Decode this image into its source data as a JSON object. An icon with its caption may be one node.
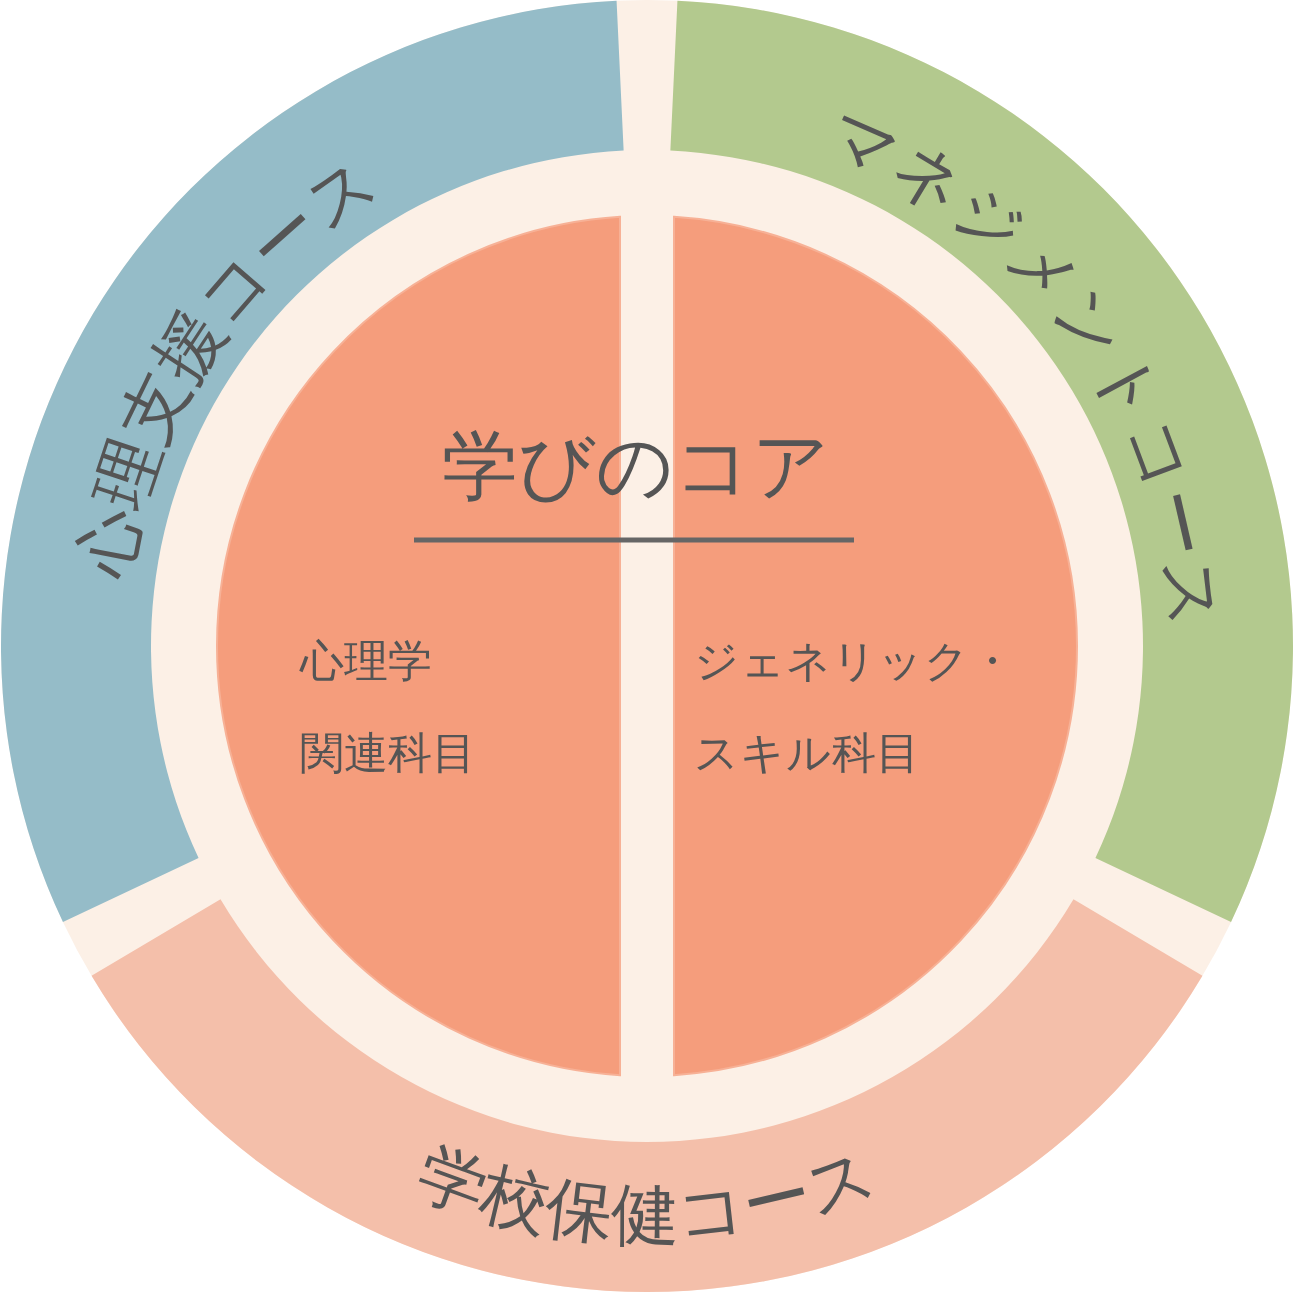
{
  "diagram": {
    "nodes": [
      {
        "text": [
          "心理支援コース"
        ]
      },
      {
        "text": [
          "マネジメントコース"
        ]
      },
      {
        "text": [
          "心理学関連科目"
        ]
      },
      {
        "text": [
          "ジェネリック・スキル科目"
        ]
      },
      {
        "text": [
          "学校保健コース"
        ]
      }
    ],
    "labels": [
      "学びのコア"
    ]
  }
}
